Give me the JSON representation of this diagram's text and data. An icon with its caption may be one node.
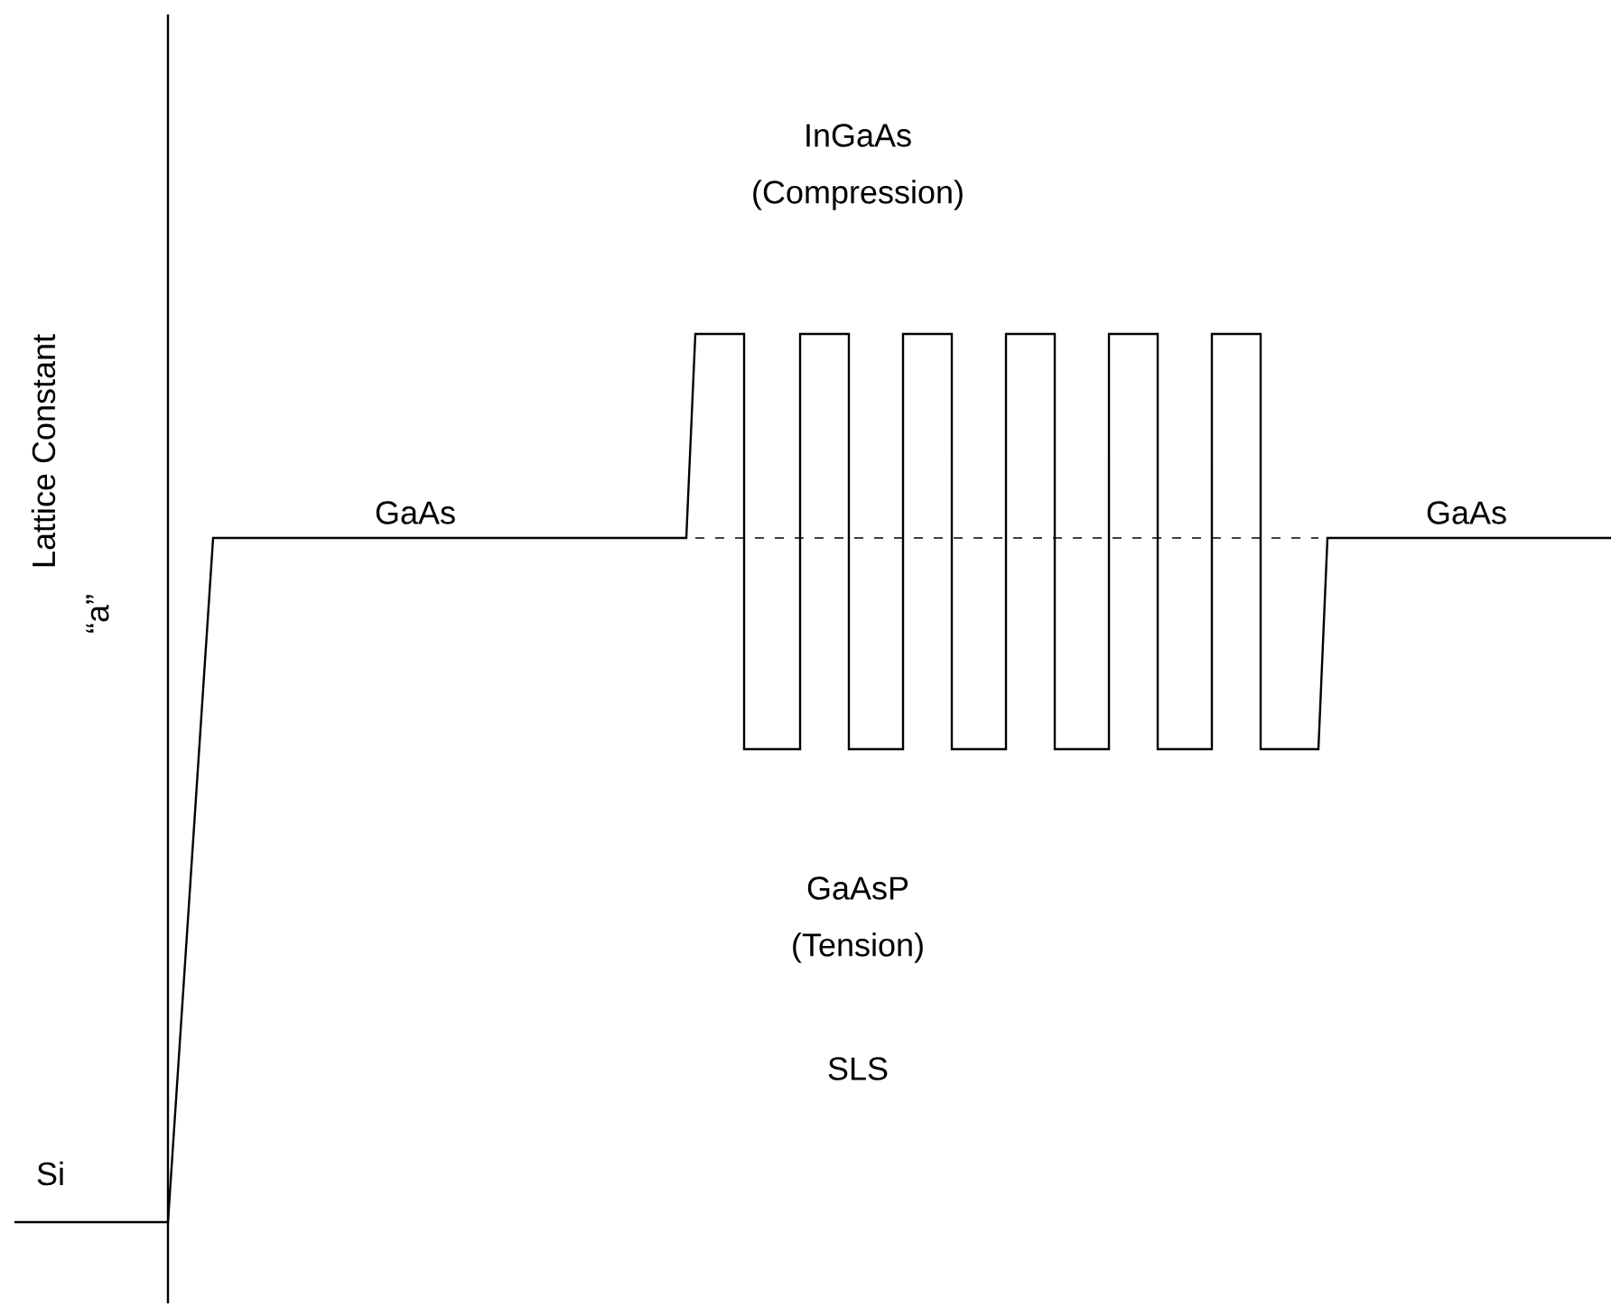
{
  "diagram": {
    "labels": [
      "InGaAs",
      "(Compression)",
      "Lattice Constant",
      "“a”",
      "GaAs",
      "GaAs",
      "GaAsP",
      "(Tension)",
      "SLS",
      "Si"
    ]
  }
}
